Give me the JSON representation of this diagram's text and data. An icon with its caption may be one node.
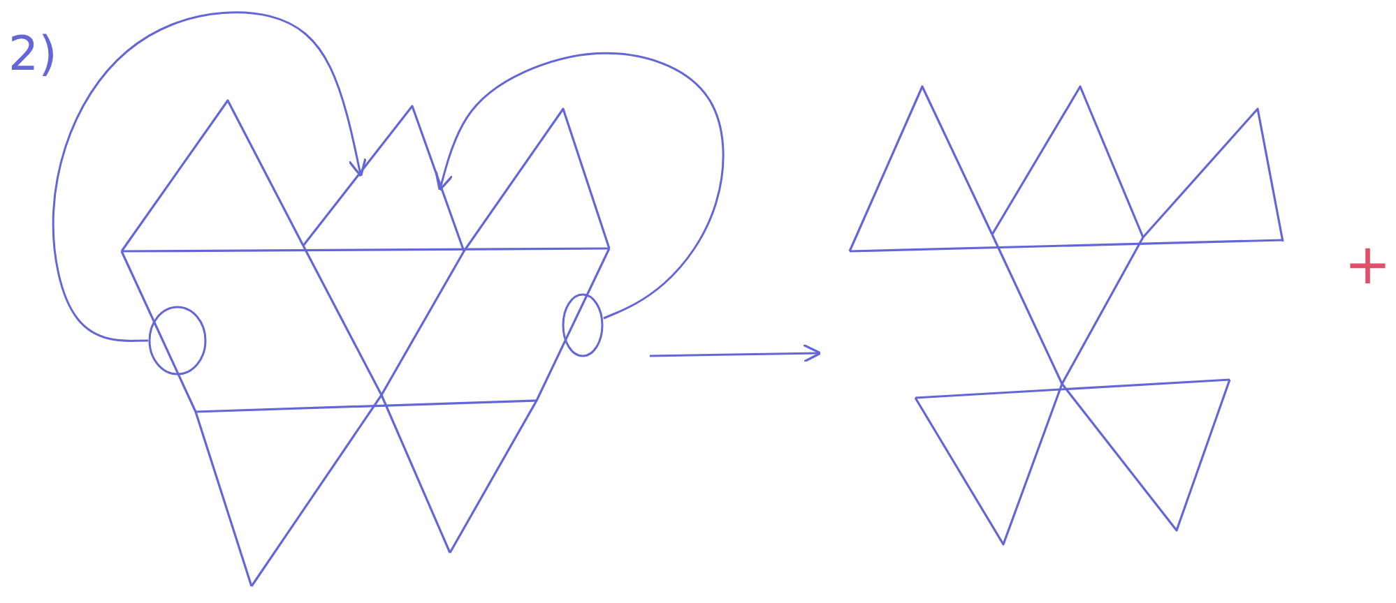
{
  "diagram": {
    "nodes": [
      {
        "text": [],
        "shape": "picture"
      },
      {
        "text": [],
        "shape": "circle",
        "in": 0
      },
      {
        "text": [],
        "shape": "circle",
        "in": 0
      },
      {
        "text": [],
        "shape": "picture"
      }
    ],
    "edges": [
      {
        "from": 1,
        "to": null,
        "arrow": "to"
      },
      {
        "from": 2,
        "to": null,
        "arrow": "to"
      },
      {
        "from": 0,
        "to": 3,
        "arrow": "to"
      }
    ],
    "labels": [
      "2)",
      "+"
    ]
  }
}
